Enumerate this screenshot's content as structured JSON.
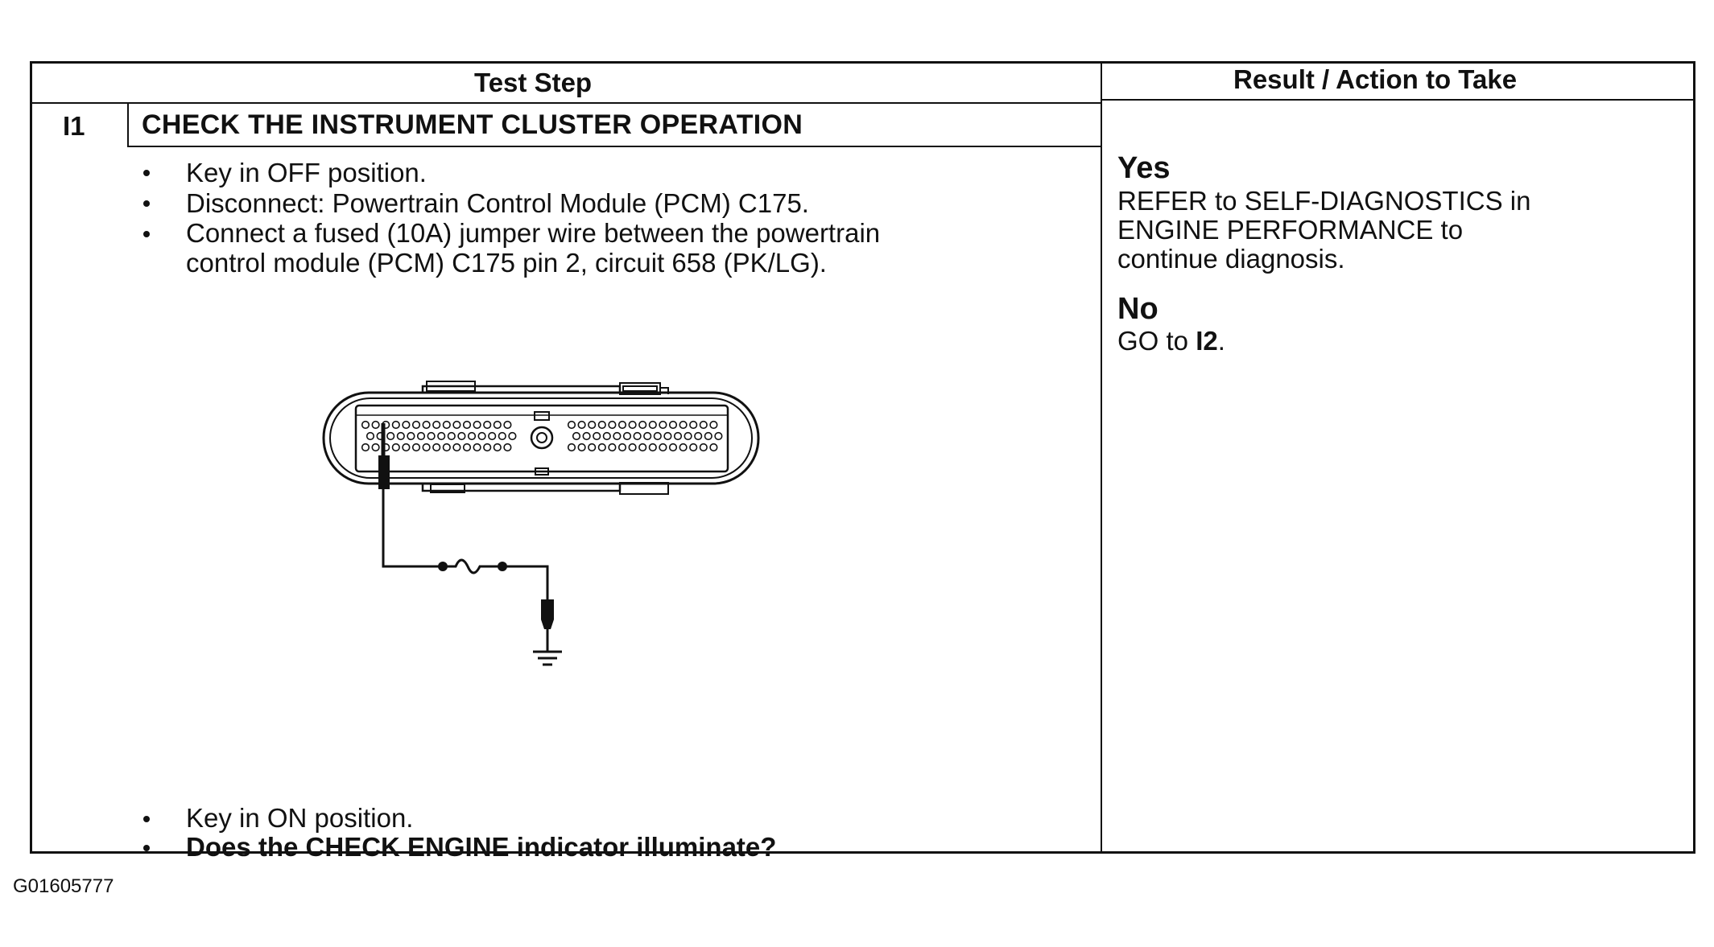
{
  "header": {
    "test_step": "Test Step",
    "result_action": "Result / Action to Take"
  },
  "step": {
    "number": "I1",
    "title": "CHECK THE INSTRUMENT CLUSTER OPERATION",
    "instructions_before": [
      "Key in OFF position.",
      "Disconnect: Powertrain Control Module (PCM) C175.",
      "Connect a fused (10A) jumper wire between the powertrain",
      "control module (PCM) C175 pin 2, circuit 658 (PK/LG)."
    ],
    "instructions_after": [
      "Key in ON position.",
      "Does the CHECK ENGINE indicator illuminate?"
    ]
  },
  "result": {
    "yes_label": "Yes",
    "yes_lines": [
      "REFER to SELF-DIAGNOSTICS in",
      "ENGINE PERFORMANCE to",
      "continue diagnosis."
    ],
    "no_label": "No",
    "no_prefix": "GO to ",
    "no_target": "I2",
    "no_suffix": "."
  },
  "footer": {
    "image_code": "G01605777"
  }
}
